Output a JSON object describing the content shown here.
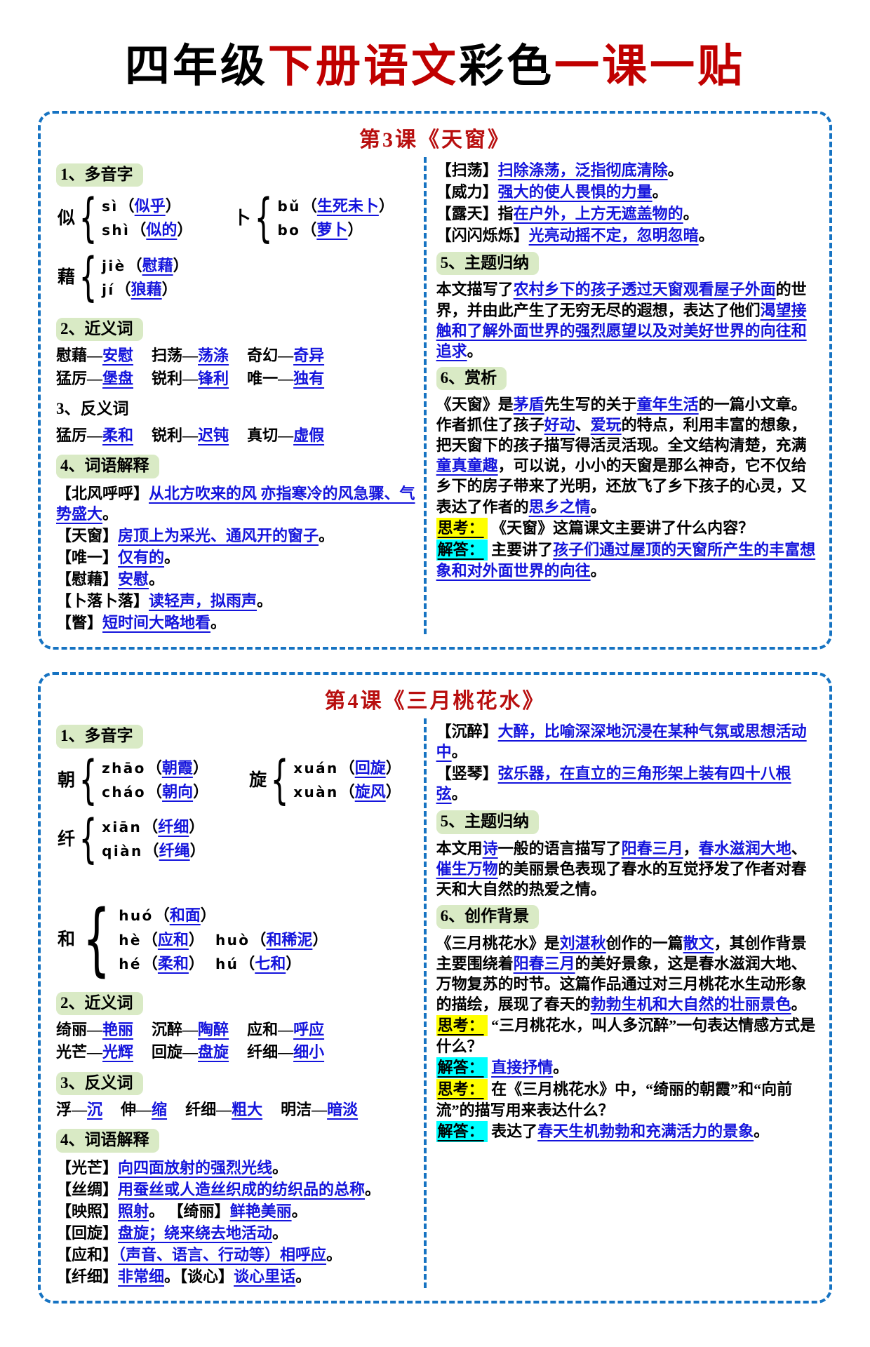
{
  "page": {
    "title_segments": [
      {
        "t": "四年级",
        "c": "black"
      },
      {
        "t": "下册语文",
        "c": "red"
      },
      {
        "t": "彩色",
        "c": "black"
      },
      {
        "t": "一课一贴",
        "c": "red"
      }
    ]
  },
  "colors": {
    "accent_blue": "#1414DC",
    "dashed_border": "#1673C2",
    "card_title_red": "#B80F0F",
    "green_highlight": "#D9EAC5",
    "yellow_highlight": "#FFFF00",
    "cyan_highlight": "#00FFFF"
  },
  "card1": {
    "title": "第3课《天窗》",
    "left": {
      "s1_label": "1、多音字",
      "duoyin1": [
        {
          "ch": "似",
          "rows": [
            [
              {
                "py": "sì",
                "w": "似乎"
              }
            ],
            [
              {
                "py": "shì",
                "w": "似的"
              }
            ]
          ]
        },
        {
          "ch": "卜",
          "rows": [
            [
              {
                "py": "bǔ",
                "w": "生死未卜"
              }
            ],
            [
              {
                "py": "bo",
                "w": "萝卜"
              }
            ]
          ]
        }
      ],
      "duoyin2": [
        {
          "ch": "藉",
          "rows": [
            [
              {
                "py": "jiè",
                "w": "慰藉"
              }
            ],
            [
              {
                "py": "jí",
                "w": "狼藉"
              }
            ]
          ]
        }
      ],
      "s2_label": "2、近义词",
      "synonyms": [
        [
          "慰藉",
          "安慰"
        ],
        [
          "扫荡",
          "荡涤"
        ],
        [
          "奇幻",
          "奇异"
        ],
        [
          "猛厉",
          "堡盘"
        ],
        [
          "锐利",
          "锋利"
        ],
        [
          "唯一",
          "独有"
        ]
      ],
      "s3_label": "3、反义词",
      "antonyms": [
        [
          "猛厉",
          "柔和"
        ],
        [
          "锐利",
          "迟钝"
        ],
        [
          "真切",
          "虚假"
        ]
      ],
      "s4_label": "4、词语解释",
      "defs": [
        [
          {
            "t": "【北风呼呼】",
            "c": "term"
          },
          {
            "t": "从北方吹来的风 亦指寒冷的风急骤、气势盛大",
            "c": "blue"
          },
          {
            "t": "。",
            "c": "black"
          }
        ],
        [
          {
            "t": "【天窗】",
            "c": "term"
          },
          {
            "t": "房顶上为采光、通风开的窗子",
            "c": "blue"
          },
          {
            "t": "。",
            "c": "black"
          }
        ],
        [
          {
            "t": "【唯一】",
            "c": "term"
          },
          {
            "t": "仅有的",
            "c": "blue"
          },
          {
            "t": "。",
            "c": "black"
          }
        ],
        [
          {
            "t": "【慰藉】",
            "c": "term"
          },
          {
            "t": "安慰",
            "c": "blue"
          },
          {
            "t": "。",
            "c": "black"
          }
        ],
        [
          {
            "t": "【卜落卜落】",
            "c": "term"
          },
          {
            "t": "读轻声，拟雨声",
            "c": "blue"
          },
          {
            "t": "。",
            "c": "black"
          }
        ],
        [
          {
            "t": "【瞥】",
            "c": "term"
          },
          {
            "t": "短时间大略地看",
            "c": "blue"
          },
          {
            "t": "。",
            "c": "black"
          }
        ]
      ]
    },
    "right": {
      "defs": [
        [
          {
            "t": "【扫荡】",
            "c": "term"
          },
          {
            "t": "扫除涤荡，泛指彻底清除",
            "c": "blue"
          },
          {
            "t": "。",
            "c": "black"
          }
        ],
        [
          {
            "t": "【威力】",
            "c": "term"
          },
          {
            "t": "强大的使人畏惧的力量",
            "c": "blue"
          },
          {
            "t": "。",
            "c": "black"
          }
        ],
        [
          {
            "t": "【露天】",
            "c": "term"
          },
          {
            "t": "指",
            "c": "black"
          },
          {
            "t": "在户外，上方无遮盖物的",
            "c": "blue"
          },
          {
            "t": "。",
            "c": "black"
          }
        ],
        [
          {
            "t": "【闪闪烁烁】",
            "c": "term"
          },
          {
            "t": "光亮动摇不定，忽明忽暗",
            "c": "blue"
          },
          {
            "t": "。",
            "c": "black"
          }
        ]
      ],
      "s5_label": "5、主题归纳",
      "theme": [
        {
          "t": "本文描写了",
          "c": "black"
        },
        {
          "t": "农村乡下的孩子透过天窗观看屋子外面",
          "c": "blue"
        },
        {
          "t": "的世界，并由此产生了无穷无尽的遐想，表达了他们",
          "c": "black"
        },
        {
          "t": "渴望接触和了解外面世界的强烈愿望以及对美好世界的向往和追求",
          "c": "blue"
        },
        {
          "t": "。",
          "c": "black"
        }
      ],
      "s6_label": "6、赏析",
      "analysis": [
        {
          "t": "《天窗》是",
          "c": "black"
        },
        {
          "t": "茅盾",
          "c": "blue"
        },
        {
          "t": "先生写的关于",
          "c": "black"
        },
        {
          "t": "童年生活",
          "c": "blue"
        },
        {
          "t": "的一篇小文章。作者抓住了孩子",
          "c": "black"
        },
        {
          "t": "好动",
          "c": "blue"
        },
        {
          "t": "、",
          "c": "black"
        },
        {
          "t": "爱玩",
          "c": "blue"
        },
        {
          "t": "的特点，利用丰富的想象，把天窗下的孩子描写得活灵活现。全文结构清楚，充满",
          "c": "black"
        },
        {
          "t": "童真童趣",
          "c": "blue"
        },
        {
          "t": "，可以说，小小的天窗是那么神奇，它不仅给乡下的房子带来了光明，还放飞了乡下孩子的心灵，又表达了作者的",
          "c": "black"
        },
        {
          "t": "思乡之情",
          "c": "blue"
        },
        {
          "t": "。",
          "c": "black"
        }
      ],
      "think_label": "思考：",
      "think_q": [
        {
          "t": "《天窗》这篇课文主要讲了什么内容？",
          "c": "black"
        }
      ],
      "answer_label": "解答：",
      "answer": [
        {
          "t": "主要讲了",
          "c": "black"
        },
        {
          "t": "孩子们通过屋顶的天窗所产生的丰富想象和对外面世界的向往",
          "c": "blue"
        },
        {
          "t": "。",
          "c": "black"
        }
      ]
    }
  },
  "card2": {
    "title": "第4课《三月桃花水》",
    "left": {
      "s1_label": "1、多音字",
      "duoyin1": [
        {
          "ch": "朝",
          "rows": [
            [
              {
                "py": "zhāo",
                "w": "朝霞"
              }
            ],
            [
              {
                "py": "cháo",
                "w": "朝向"
              }
            ]
          ]
        },
        {
          "ch": "旋",
          "rows": [
            [
              {
                "py": "xuán",
                "w": "回旋"
              }
            ],
            [
              {
                "py": "xuàn",
                "w": "旋风"
              }
            ]
          ]
        }
      ],
      "duoyin2": [
        {
          "ch": "纤",
          "rows": [
            [
              {
                "py": "xiān",
                "w": "纤细"
              }
            ],
            [
              {
                "py": "qiàn",
                "w": "纤绳"
              }
            ]
          ]
        },
        {
          "ch": "和",
          "rows": [
            [
              {
                "py": "huó",
                "w": "和面"
              }
            ],
            [
              {
                "py": "hè",
                "w": "应和"
              },
              {
                "py": "huò",
                "w": "和稀泥"
              }
            ],
            [
              {
                "py": "hé",
                "w": "柔和"
              },
              {
                "py": "hú",
                "w": "七和"
              }
            ]
          ]
        }
      ],
      "s2_label": "2、近义词",
      "synonyms": [
        [
          "绮丽",
          "艳丽"
        ],
        [
          "沉醉",
          "陶醉"
        ],
        [
          "应和",
          "呼应"
        ],
        [
          "光芒",
          "光辉"
        ],
        [
          "回旋",
          "盘旋"
        ],
        [
          "纤细",
          "细小"
        ]
      ],
      "s3_label": "3、反义词",
      "antonyms": [
        [
          "浮",
          "沉"
        ],
        [
          "伸",
          "缩"
        ],
        [
          "纤细",
          "粗大"
        ],
        [
          "明洁",
          "暗淡"
        ]
      ],
      "s4_label": "4、词语解释",
      "defs": [
        [
          {
            "t": "【光芒】",
            "c": "term"
          },
          {
            "t": "向四面放射的强烈光线",
            "c": "blue"
          },
          {
            "t": "。",
            "c": "black"
          }
        ],
        [
          {
            "t": "【丝绸】",
            "c": "term"
          },
          {
            "t": "用蚕丝或人造丝织成的纺织品的总称",
            "c": "blue"
          },
          {
            "t": "。",
            "c": "black"
          }
        ],
        [
          {
            "t": "【映照】",
            "c": "term"
          },
          {
            "t": "照射",
            "c": "blue"
          },
          {
            "t": "。  ",
            "c": "black"
          },
          {
            "t": "【绮丽】",
            "c": "term"
          },
          {
            "t": "鲜艳美丽",
            "c": "blue"
          },
          {
            "t": "。",
            "c": "black"
          }
        ],
        [
          {
            "t": "【回旋】",
            "c": "term"
          },
          {
            "t": "盘旋；绕来绕去地活动",
            "c": "blue"
          },
          {
            "t": "。",
            "c": "black"
          }
        ],
        [
          {
            "t": "【应和】",
            "c": "term"
          },
          {
            "t": "（声音、语言、行动等）相呼应",
            "c": "blue"
          },
          {
            "t": "。",
            "c": "black"
          }
        ],
        [
          {
            "t": "【纤细】",
            "c": "term"
          },
          {
            "t": "非常细",
            "c": "blue"
          },
          {
            "t": "。",
            "c": "black"
          },
          {
            "t": "【谈心】",
            "c": "term"
          },
          {
            "t": "谈心里话",
            "c": "blue"
          },
          {
            "t": "。",
            "c": "black"
          }
        ]
      ]
    },
    "right": {
      "defs": [
        [
          {
            "t": "【沉醉】",
            "c": "term"
          },
          {
            "t": "大醉，比喻深深地沉浸在某种气氛或思想活动中",
            "c": "blue"
          },
          {
            "t": "。",
            "c": "black"
          }
        ],
        [
          {
            "t": "【竖琴】",
            "c": "term"
          },
          {
            "t": "弦乐器，在直立的三角形架上装有四十八根弦",
            "c": "blue"
          },
          {
            "t": "。",
            "c": "black"
          }
        ]
      ],
      "s5_label": "5、主题归纳",
      "theme": [
        {
          "t": "本文用",
          "c": "black"
        },
        {
          "t": "诗",
          "c": "blue"
        },
        {
          "t": "一般的语言描写了",
          "c": "black"
        },
        {
          "t": "阳春三月",
          "c": "blue"
        },
        {
          "t": "，",
          "c": "black"
        },
        {
          "t": "春水滋润大地",
          "c": "blue"
        },
        {
          "t": "、",
          "c": "black"
        },
        {
          "t": "催生万物",
          "c": "blue"
        },
        {
          "t": "的美丽景色表现了春水的互觉抒发了作者对春天和大自然的热爱之情。",
          "c": "black"
        }
      ],
      "s6_label": "6、创作背景",
      "background": [
        {
          "t": "《三月桃花水》是",
          "c": "black"
        },
        {
          "t": "刘湛秋",
          "c": "blue"
        },
        {
          "t": "创作的一篇",
          "c": "black"
        },
        {
          "t": "散文",
          "c": "blue"
        },
        {
          "t": "，其创作背景主要围绕着",
          "c": "black"
        },
        {
          "t": "阳春三月",
          "c": "blue"
        },
        {
          "t": "的美好景象，这是春水滋润大地、万物复苏的时节。这篇作品通过对三月桃花水生动形象的描绘，展现了春天的",
          "c": "black"
        },
        {
          "t": "勃勃生机和大自然的壮丽景色",
          "c": "blue"
        },
        {
          "t": "。",
          "c": "black"
        }
      ],
      "think_label": "思考：",
      "think_q1": [
        {
          "t": "“三月桃花水，叫人多沉醉”一句表达情感方式是什么？",
          "c": "black"
        }
      ],
      "answer_label": "解答：",
      "answer1": [
        {
          "t": "直接抒情",
          "c": "blue"
        },
        {
          "t": "。",
          "c": "black"
        }
      ],
      "think_q2": [
        {
          "t": "在《三月桃花水》中，“绮丽的朝霞”和“向前流”的描写用来表达什么？",
          "c": "black"
        }
      ],
      "answer2": [
        {
          "t": "表达了",
          "c": "black"
        },
        {
          "t": "春天生机勃勃和充满活力的景象",
          "c": "blue"
        },
        {
          "t": "。",
          "c": "black"
        }
      ]
    }
  }
}
